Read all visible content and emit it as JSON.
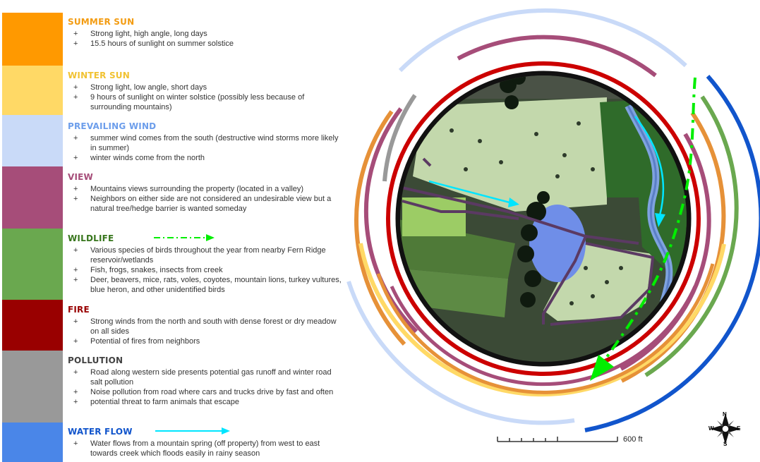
{
  "categories": [
    {
      "key": "summer-sun",
      "title": "SUMMER SUN",
      "color": "#ff9900",
      "title_color": "#f39c12",
      "bullets": [
        "Strong light, high angle, long days",
        "15.5 hours of sunlight  on summer solstice"
      ]
    },
    {
      "key": "winter-sun",
      "title": "WINTER  SUN",
      "color": "#ffd966",
      "title_color": "#f1c232",
      "bullets": [
        "Strong light, low angle, short days",
        "9 hours of sunlight on winter solstice (possibly less because of surrounding mountains)"
      ]
    },
    {
      "key": "prevailing-wind",
      "title": "PREVAILING WIND",
      "color": "#c9daf8",
      "title_color": "#6d9eeb",
      "bullets": [
        "summer wind comes from the south (destructive wind storms more likely in summer)",
        "winter winds come from the north"
      ]
    },
    {
      "key": "view",
      "title": "VIEW",
      "color": "#a64d79",
      "title_color": "#a64d79",
      "bullets": [
        "Mountains views surrounding the property (located in a valley)",
        "Neighbors on either side are not considered an undesirable view but a natural tree/hedge barrier is wanted someday"
      ]
    },
    {
      "key": "wildlife",
      "title": "WILDLIFE",
      "color": "#6aa84f",
      "title_color": "#38761d",
      "bullets": [
        "Various species of birds throughout the year from nearby Fern Ridge reservoir/wetlands",
        "Fish, frogs, snakes, insects from creek",
        "Deer, beavers, mice, rats, voles, coyotes, mountain lions, turkey vultures, blue heron, and other unidentified birds"
      ]
    },
    {
      "key": "fire",
      "title": "FIRE",
      "color": "#990000",
      "title_color": "#990000",
      "bullets": [
        "Strong winds from the north and south with dense forest or dry meadow on all sides",
        "Potential of fires from neighbors"
      ]
    },
    {
      "key": "pollution",
      "title": "POLLUTION",
      "color": "#999999",
      "title_color": "#434343",
      "bullets": [
        "Road along western side presents potential gas runoff and winter road salt pollution",
        "Noise pollution from road where cars and trucks drive by fast and often",
        "potential threat to farm animals that escape"
      ]
    },
    {
      "key": "water-flow",
      "title": "WATER FLOW",
      "color": "#4a86e8",
      "title_color": "#1155cc",
      "bullets": [
        "Water flows from a mountain spring (off property) from west to east towards creek which floods easily in rainy season"
      ]
    }
  ],
  "symbols": {
    "wildlife_arrow_color": "#00ee00",
    "water_arrow_color": "#00e5ff"
  },
  "map": {
    "scale_label": "600 ft",
    "compass_letters": {
      "n": "N",
      "e": "E",
      "s": "S",
      "w": "W"
    },
    "ring_colors": {
      "wind": "#c9daf8",
      "view": "#a64d79",
      "water": "#1155cc",
      "wildlife": "#6aa84f",
      "summer": "#e69138",
      "winter": "#ffd966",
      "pollution": "#999999",
      "fire": "#cc0000"
    }
  }
}
